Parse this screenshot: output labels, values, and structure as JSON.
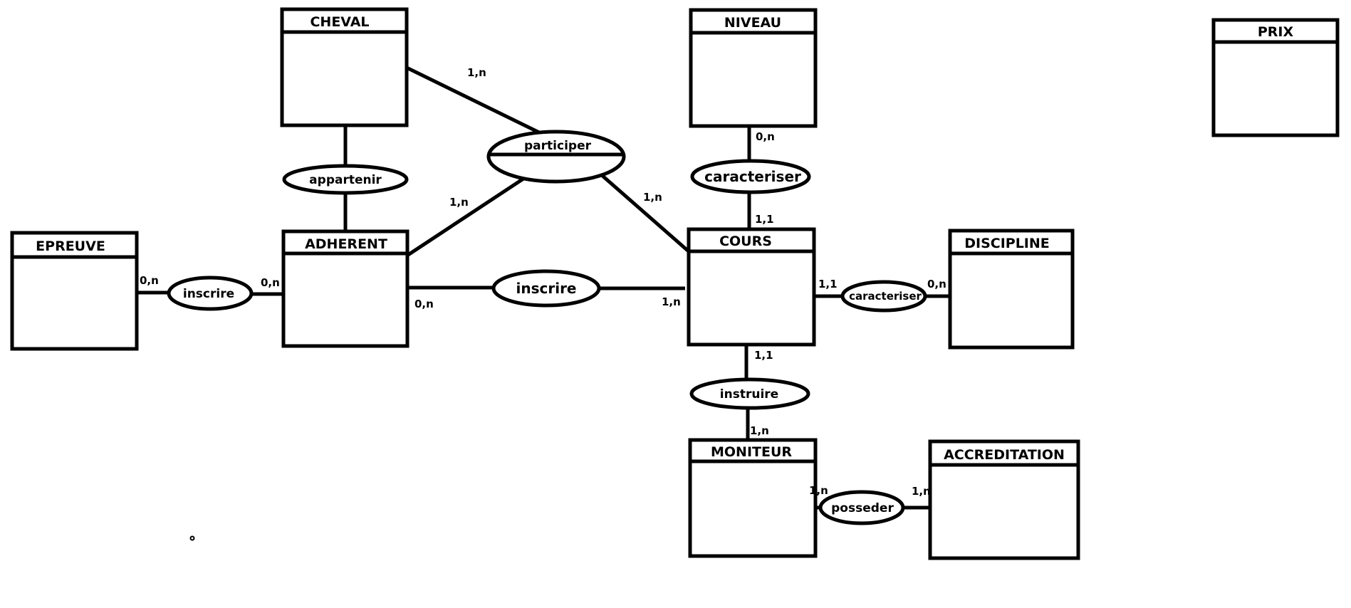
{
  "diagram": {
    "type": "MCD entity-relationship (Merise)",
    "colors": {
      "stroke": "#000000",
      "background": "#ffffff"
    },
    "entities": [
      {
        "id": "epreuve",
        "name": "EPREUVE"
      },
      {
        "id": "cheval",
        "name": "CHEVAL"
      },
      {
        "id": "adherent",
        "name": "ADHERENT"
      },
      {
        "id": "niveau",
        "name": "NIVEAU"
      },
      {
        "id": "cours",
        "name": "COURS"
      },
      {
        "id": "discipline",
        "name": "DISCIPLINE"
      },
      {
        "id": "moniteur",
        "name": "MONITEUR"
      },
      {
        "id": "accreditation",
        "name": "ACCREDITATION"
      },
      {
        "id": "prix",
        "name": "PRIX"
      }
    ],
    "associations": [
      {
        "id": "inscrire_epreuve",
        "name": "inscrire",
        "links": [
          {
            "entity": "EPREUVE",
            "cardinality": "0,n"
          },
          {
            "entity": "ADHERENT",
            "cardinality": "0,n"
          }
        ]
      },
      {
        "id": "appartenir",
        "name": "appartenir",
        "links": [
          {
            "entity": "CHEVAL",
            "cardinality": ""
          },
          {
            "entity": "ADHERENT",
            "cardinality": ""
          }
        ]
      },
      {
        "id": "participer",
        "name": "participer",
        "links": [
          {
            "entity": "CHEVAL",
            "cardinality": "1,n"
          },
          {
            "entity": "ADHERENT",
            "cardinality": "1,n"
          },
          {
            "entity": "COURS",
            "cardinality": "1,n"
          }
        ]
      },
      {
        "id": "inscrire_cours",
        "name": "inscrire",
        "links": [
          {
            "entity": "ADHERENT",
            "cardinality": "0,n"
          },
          {
            "entity": "COURS",
            "cardinality": "1,n"
          }
        ]
      },
      {
        "id": "caracteriser_niveau",
        "name": "caracteriser",
        "links": [
          {
            "entity": "NIVEAU",
            "cardinality": "0,n"
          },
          {
            "entity": "COURS",
            "cardinality": "1,1"
          }
        ]
      },
      {
        "id": "caracteriser_discipline",
        "name": "caracteriser",
        "links": [
          {
            "entity": "COURS",
            "cardinality": "1,1"
          },
          {
            "entity": "DISCIPLINE",
            "cardinality": "0,n"
          }
        ]
      },
      {
        "id": "instruire",
        "name": "instruire",
        "links": [
          {
            "entity": "COURS",
            "cardinality": "1,1"
          },
          {
            "entity": "MONITEUR",
            "cardinality": "1,n"
          }
        ]
      },
      {
        "id": "posseder",
        "name": "posseder",
        "links": [
          {
            "entity": "MONITEUR",
            "cardinality": "1,n"
          },
          {
            "entity": "ACCREDITATION",
            "cardinality": "1,n"
          }
        ]
      }
    ]
  }
}
